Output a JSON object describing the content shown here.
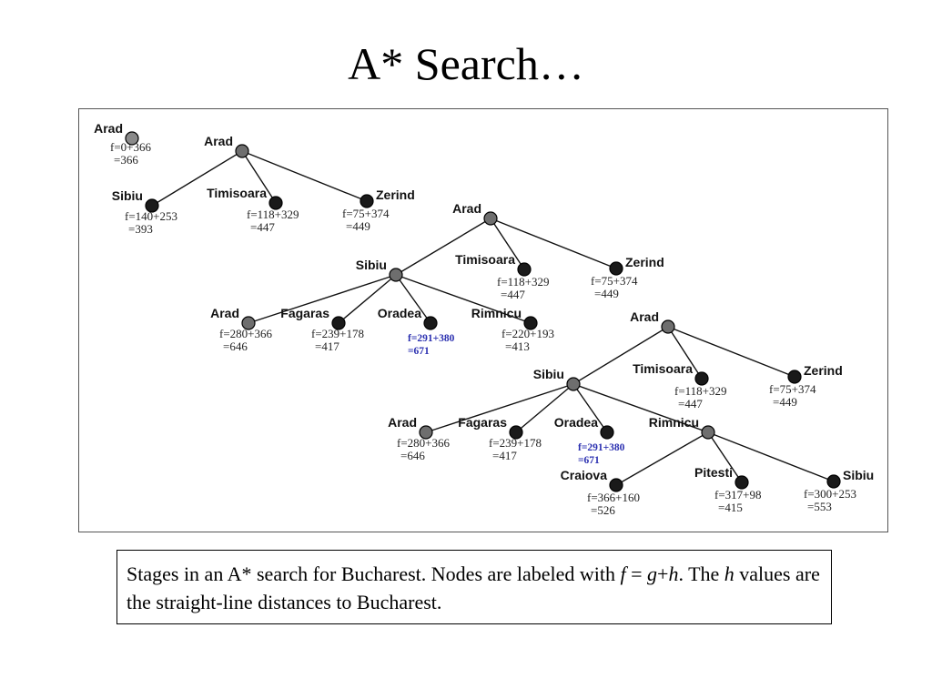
{
  "title": "A* Search…",
  "caption": {
    "p1": "Stages in an A* search for Bucharest.  Nodes are labeled with ",
    "f": "f",
    "p2": " = ",
    "g": "g",
    "p3": "+",
    "h": "h",
    "p4": ".  The ",
    "h2": "h",
    "p5": " values are the straight-line distances to Bucharest."
  },
  "colors": {
    "start_node": "#8a8a8a",
    "expanded_node": "#6e6e6e",
    "frontier_node": "#1a1a1a",
    "highlight_text": "#2a2fb0"
  },
  "stages": [
    {
      "id": "stage1",
      "nodes": [
        {
          "id": "s1-arad",
          "name": "Arad",
          "f1": "f=0+366",
          "f2": "=366",
          "kind": "start"
        }
      ],
      "edges": []
    },
    {
      "id": "stage2",
      "nodes": [
        {
          "id": "s2-arad",
          "name": "Arad",
          "kind": "expanded"
        },
        {
          "id": "s2-sibiu",
          "name": "Sibiu",
          "f1": "f=140+253",
          "f2": "=393",
          "kind": "frontier"
        },
        {
          "id": "s2-timisoara",
          "name": "Timisoara",
          "f1": "f=118+329",
          "f2": "=447",
          "kind": "frontier"
        },
        {
          "id": "s2-zerind",
          "name": "Zerind",
          "f1": "f=75+374",
          "f2": "=449",
          "kind": "frontier"
        }
      ],
      "edges": [
        [
          "s2-arad",
          "s2-sibiu"
        ],
        [
          "s2-arad",
          "s2-timisoara"
        ],
        [
          "s2-arad",
          "s2-zerind"
        ]
      ]
    },
    {
      "id": "stage3",
      "nodes": [
        {
          "id": "s3-arad",
          "name": "Arad",
          "kind": "expanded"
        },
        {
          "id": "s3-sibiu",
          "name": "Sibiu",
          "kind": "expanded"
        },
        {
          "id": "s3-timisoara",
          "name": "Timisoara",
          "f1": "f=118+329",
          "f2": "=447",
          "kind": "frontier"
        },
        {
          "id": "s3-zerind",
          "name": "Zerind",
          "f1": "f=75+374",
          "f2": "=449",
          "kind": "frontier"
        },
        {
          "id": "s3-arad2",
          "name": "Arad",
          "f1": "f=280+366",
          "f2": "=646",
          "kind": "revisit"
        },
        {
          "id": "s3-fagaras",
          "name": "Fagaras",
          "f1": "f=239+178",
          "f2": "=417",
          "kind": "frontier"
        },
        {
          "id": "s3-oradea",
          "name": "Oradea",
          "f1": "f=291+380",
          "f2": "=671",
          "kind": "frontier",
          "highlight": true
        },
        {
          "id": "s3-rimnicu",
          "name": "Rimnicu",
          "f1": "f=220+193",
          "f2": "=413",
          "kind": "frontier"
        }
      ],
      "edges": [
        [
          "s3-arad",
          "s3-sibiu"
        ],
        [
          "s3-arad",
          "s3-timisoara"
        ],
        [
          "s3-arad",
          "s3-zerind"
        ],
        [
          "s3-sibiu",
          "s3-arad2"
        ],
        [
          "s3-sibiu",
          "s3-fagaras"
        ],
        [
          "s3-sibiu",
          "s3-oradea"
        ],
        [
          "s3-sibiu",
          "s3-rimnicu"
        ]
      ]
    },
    {
      "id": "stage4",
      "nodes": [
        {
          "id": "s4-arad",
          "name": "Arad",
          "kind": "expanded"
        },
        {
          "id": "s4-sibiu",
          "name": "Sibiu",
          "kind": "expanded"
        },
        {
          "id": "s4-timisoara",
          "name": "Timisoara",
          "f1": "f=118+329",
          "f2": "=447",
          "kind": "frontier"
        },
        {
          "id": "s4-zerind",
          "name": "Zerind",
          "f1": "f=75+374",
          "f2": "=449",
          "kind": "frontier"
        },
        {
          "id": "s4-arad2",
          "name": "Arad",
          "f1": "f=280+366",
          "f2": "=646",
          "kind": "revisit"
        },
        {
          "id": "s4-fagaras",
          "name": "Fagaras",
          "f1": "f=239+178",
          "f2": "=417",
          "kind": "frontier"
        },
        {
          "id": "s4-oradea",
          "name": "Oradea",
          "f1": "f=291+380",
          "f2": "=671",
          "kind": "frontier",
          "highlight": true
        },
        {
          "id": "s4-rimnicu",
          "name": "Rimnicu",
          "kind": "expanded"
        },
        {
          "id": "s4-craiova",
          "name": "Craiova",
          "f1": "f=366+160",
          "f2": "=526",
          "kind": "frontier"
        },
        {
          "id": "s4-pitesti",
          "name": "Pitesti",
          "f1": "f=317+98",
          "f2": "=415",
          "kind": "frontier"
        },
        {
          "id": "s4-sibiu2",
          "name": "Sibiu",
          "f1": "f=300+253",
          "f2": "=553",
          "kind": "frontier"
        }
      ],
      "edges": [
        [
          "s4-arad",
          "s4-sibiu"
        ],
        [
          "s4-arad",
          "s4-timisoara"
        ],
        [
          "s4-arad",
          "s4-zerind"
        ],
        [
          "s4-sibiu",
          "s4-arad2"
        ],
        [
          "s4-sibiu",
          "s4-fagaras"
        ],
        [
          "s4-sibiu",
          "s4-oradea"
        ],
        [
          "s4-sibiu",
          "s4-rimnicu"
        ],
        [
          "s4-rimnicu",
          "s4-craiova"
        ],
        [
          "s4-rimnicu",
          "s4-pitesti"
        ],
        [
          "s4-rimnicu",
          "s4-sibiu2"
        ]
      ]
    }
  ]
}
